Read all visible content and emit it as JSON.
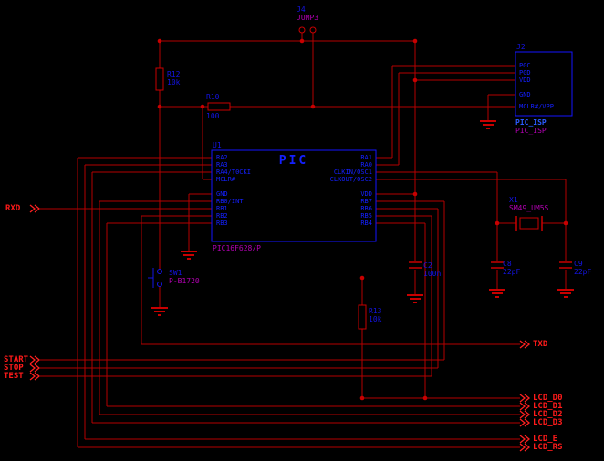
{
  "colors": {
    "background": "#000000",
    "wire": "#b40000",
    "component_outline": "#1414ff",
    "designator_text": "#1414e6",
    "secondary_text": "#b400b4",
    "net_label_text": "#ff1a1a"
  },
  "mcu": {
    "ref": "U1",
    "name": "PIC",
    "part": "PIC16F628/P",
    "left_pins": [
      "RA2",
      "RA3",
      "RA4/T0CKI",
      "MCLR#",
      "GND",
      "RB0/INT",
      "RB1",
      "RB2",
      "RB3"
    ],
    "right_pins": [
      "RA1",
      "RA0",
      "CLKIN/OSC1",
      "CLKOUT/OSC2",
      "VDD",
      "RB7",
      "RB6",
      "RB5",
      "RB4"
    ]
  },
  "isp_header": {
    "ref": "J2",
    "pins": [
      "PGC",
      "PGD",
      "VDD",
      "GND",
      "MCLR#/VPP"
    ],
    "net_label": "PIC_ISP",
    "part": "PIC_ISP"
  },
  "jumper": {
    "ref": "J4",
    "part": "JUMP3"
  },
  "resistors": {
    "r12": {
      "ref": "R12",
      "value": "10k"
    },
    "r10": {
      "ref": "R10",
      "value": "100"
    },
    "r13": {
      "ref": "R13",
      "value": "10k"
    }
  },
  "capacitors": {
    "c2": {
      "ref": "C2",
      "value": "100n"
    },
    "c8": {
      "ref": "C8",
      "value": "22pF"
    },
    "c9": {
      "ref": "C9",
      "value": "22pF"
    }
  },
  "crystal": {
    "ref": "X1",
    "part": "SM49_UM5S"
  },
  "switch": {
    "ref": "SW1",
    "part": "P-B1720"
  },
  "ports": {
    "rxd": "RXD",
    "txd": "TXD",
    "start": "START",
    "stop": "STOP",
    "test": "TEST",
    "lcd": [
      "LCD_D0",
      "LCD_D1",
      "LCD_D2",
      "LCD_D3",
      "LCD_E",
      "LCD_RS"
    ]
  }
}
